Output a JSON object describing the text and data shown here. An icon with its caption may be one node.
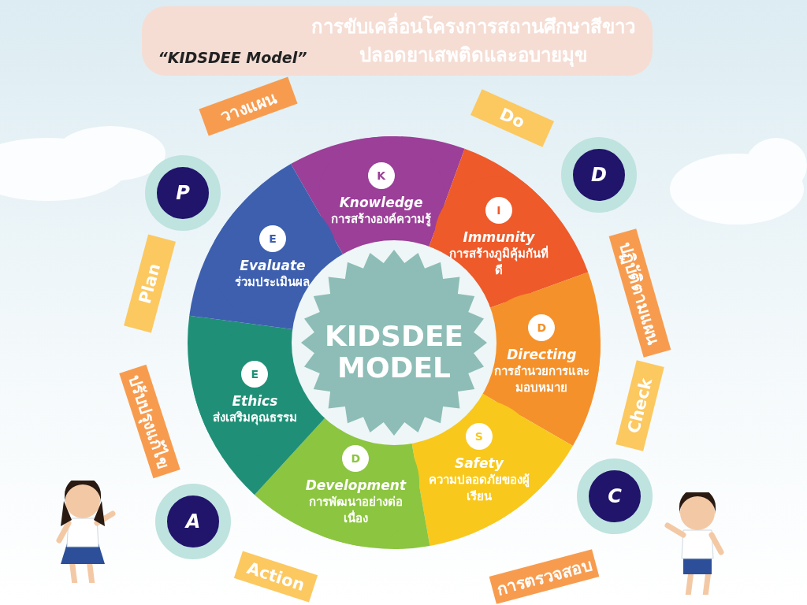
{
  "diagram": {
    "nodes": [
      {
        "text": [
          "“KIDSDEE Model”",
          "การขับเคลื่อนโครงการสถานศึกษาสีขาวปลอดยาเสพติดและอบายมุข"
        ]
      },
      {
        "text": [
          "KIDSDEE MODEL"
        ]
      },
      {
        "text": [
          "K",
          "Knowledge",
          "การสร้างองค์ความรู้"
        ]
      },
      {
        "text": [
          "I",
          "Immunity",
          "การสร้างภูมิคุ้มกันที่ดี"
        ]
      },
      {
        "text": [
          "D",
          "Directing",
          "การอำนวยการและมอบหมาย"
        ]
      },
      {
        "text": [
          "S",
          "Safety",
          "ความปลอดภัยของผู้เรียน"
        ]
      },
      {
        "text": [
          "D",
          "Development",
          "การพัฒนาอย่างต่อเนื่อง"
        ]
      },
      {
        "text": [
          "E",
          "Ethics",
          "ส่งเสริมคุณธรรม"
        ]
      },
      {
        "text": [
          "E",
          "Evaluate",
          "ร่วมประเมินผล"
        ]
      },
      {
        "text": [
          "P"
        ]
      },
      {
        "text": [
          "D"
        ]
      },
      {
        "text": [
          "C"
        ]
      },
      {
        "text": [
          "A"
        ]
      },
      {
        "text": [
          "วางแผน"
        ]
      },
      {
        "text": [
          "Plan"
        ]
      },
      {
        "text": [
          "Do"
        ]
      },
      {
        "text": [
          "ปฏิบัติตามแผน"
        ]
      },
      {
        "text": [
          "Check"
        ]
      },
      {
        "text": [
          "การตรวจสอบ"
        ]
      },
      {
        "text": [
          "Action"
        ]
      },
      {
        "text": [
          "ปรับปรุงแก้ไข"
        ]
      }
    ]
  }
}
